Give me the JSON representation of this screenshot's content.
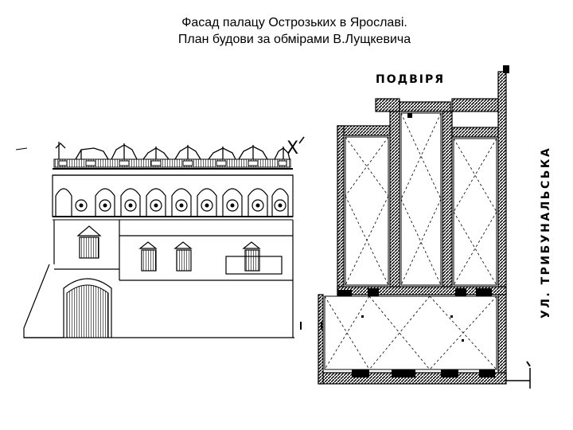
{
  "slide": {
    "title_line1": "Фасад палацу Острозьких в Ярославі.",
    "title_line2": "План будови за обмірами В.Лущкевича"
  },
  "facade": {
    "fragment_label": "X"
  },
  "plan": {
    "courtyard_label": "ПОДВІРЯ",
    "street_label": "УЛ. ТРИБУНАЛЬСЬКА"
  },
  "colors": {
    "ink": "#000000",
    "paper": "#ffffff"
  }
}
